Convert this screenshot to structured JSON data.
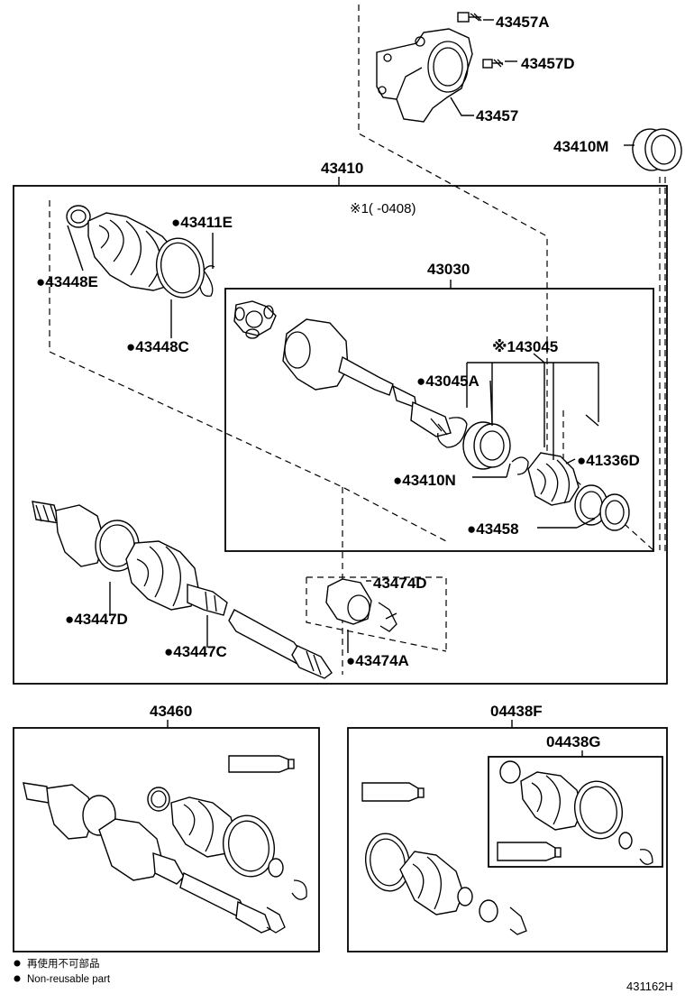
{
  "title": "Front drive shaft assembly exploded parts diagram",
  "parts": {
    "p43457A": "43457A",
    "p43457D": "43457D",
    "p43457": "43457",
    "p43410M": "43410M",
    "p43410": "43410",
    "date_note": "※1(     -0408)",
    "p43411E": "●43411E",
    "p43448E": "●43448E",
    "p43448C": "●43448C",
    "p43030": "43030",
    "p43045": "※143045",
    "p43045A": "●43045A",
    "p43410N": "●43410N",
    "p41336D": "●41336D",
    "p43458": "●43458",
    "p43447D": "●43447D",
    "p43447C": "●43447C",
    "p43474D": "43474D",
    "p43474A": "●43474A",
    "p43460": "43460",
    "p04438F": "04438F",
    "p04438G": "04438G"
  },
  "legend": {
    "jp": "再使用不可部品",
    "en": "Non-reusable part"
  },
  "diagram_code": "431162H"
}
